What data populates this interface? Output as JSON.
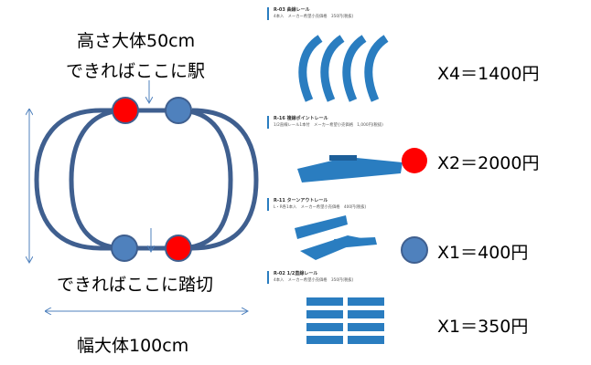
{
  "left": {
    "height_label": "高さ大体50cm",
    "station_label": "できればここに駅",
    "crossing_label": "できればここに踏切",
    "width_label": "幅大体100cm"
  },
  "colors": {
    "track": "#3f5f8f",
    "red_dot": "#ff0000",
    "blue_dot": "#4f81bd",
    "rail": "#2a7dc0"
  },
  "products": [
    {
      "title": "R-03 曲線レール",
      "sub": "4本入　メーカー希望小売価格　350円(税抜)",
      "price": "X4＝1400円"
    },
    {
      "title": "R-16 複線ポイントレール",
      "sub": "1/2直線レール1本付　メーカー希望小売価格　1,000円(税抜)",
      "price": "X2＝2000円"
    },
    {
      "title": "R-11 ターンアウトレール",
      "sub": "L・R各1本入　メーカー希望小売価格　400円(税抜)",
      "price": "X1＝400円"
    },
    {
      "title": "R-02 1/2直線レール",
      "sub": "4本入　メーカー希望小売価格　350円(税抜)",
      "price": "X1＝350円"
    }
  ]
}
